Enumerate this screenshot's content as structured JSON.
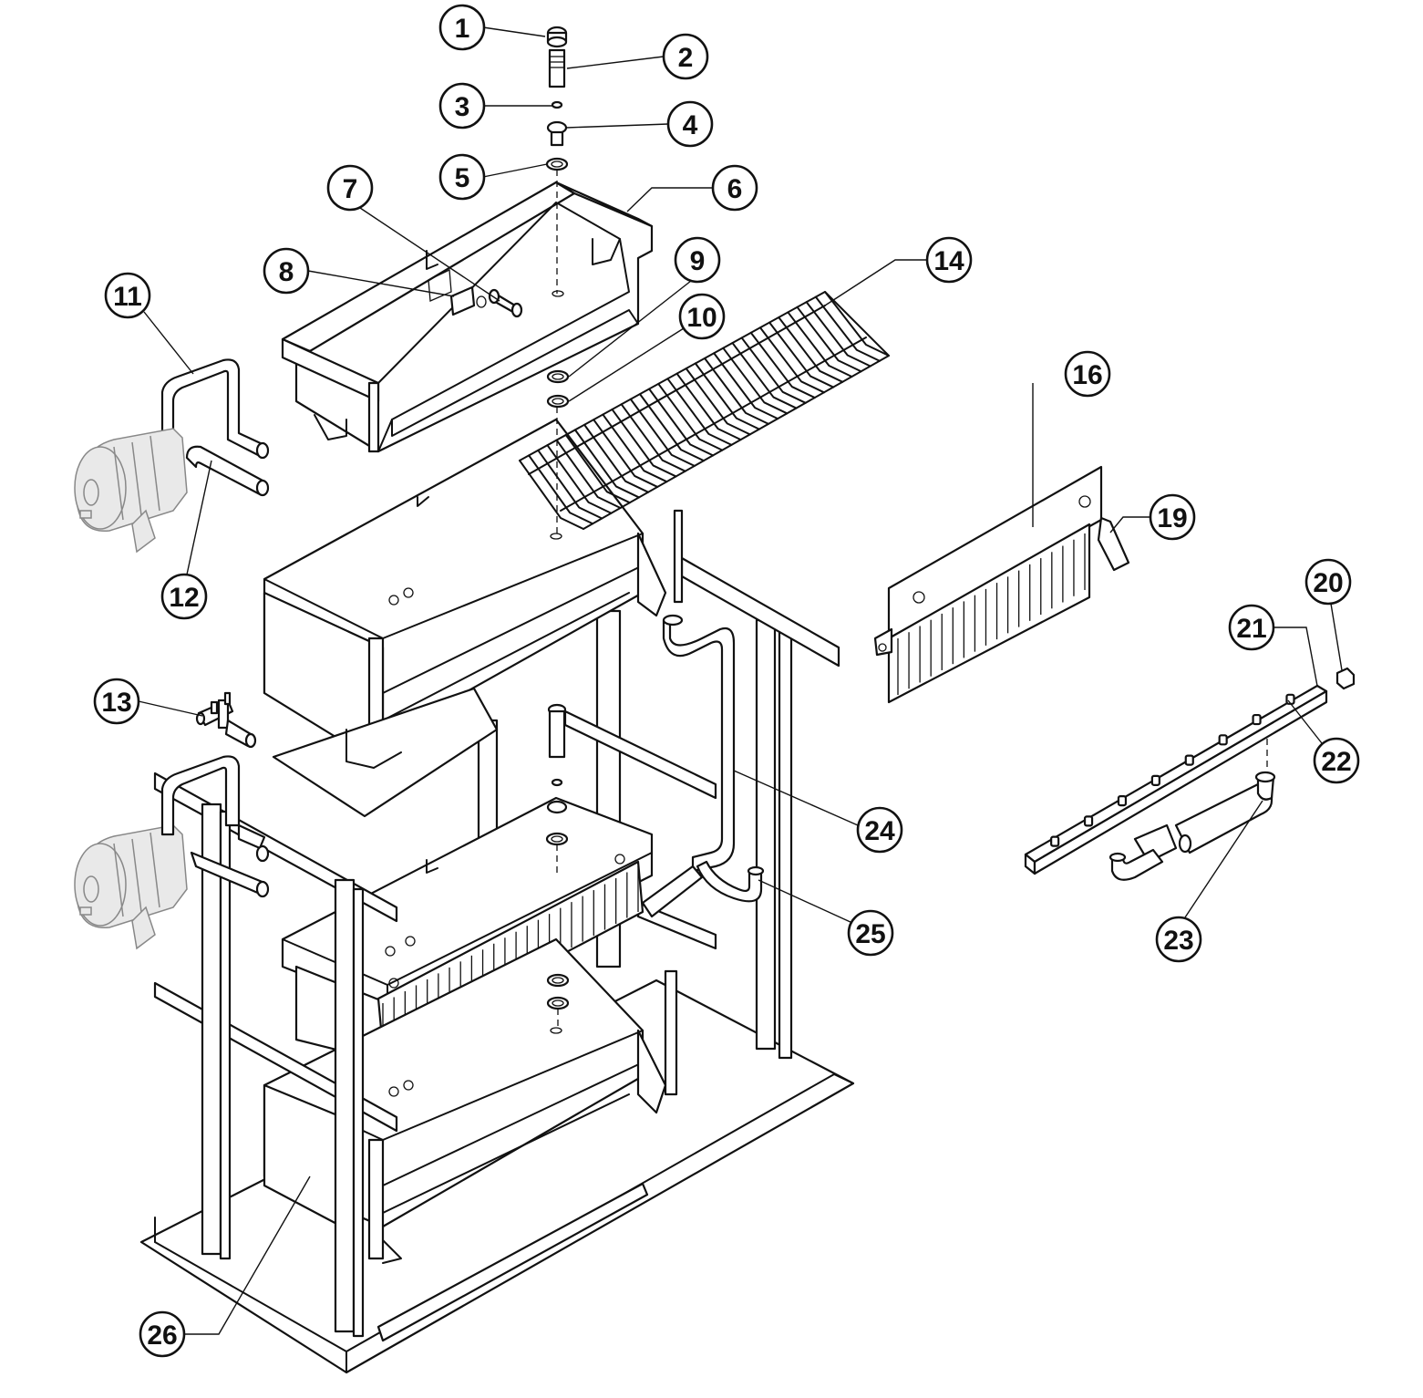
{
  "diagram": {
    "callouts": [
      {
        "id": "1",
        "label": "1"
      },
      {
        "id": "2",
        "label": "2"
      },
      {
        "id": "3",
        "label": "3"
      },
      {
        "id": "4",
        "label": "4"
      },
      {
        "id": "5",
        "label": "5"
      },
      {
        "id": "6",
        "label": "6"
      },
      {
        "id": "7",
        "label": "7"
      },
      {
        "id": "8",
        "label": "8"
      },
      {
        "id": "9",
        "label": "9"
      },
      {
        "id": "10",
        "label": "10"
      },
      {
        "id": "11",
        "label": "11"
      },
      {
        "id": "12",
        "label": "12"
      },
      {
        "id": "13",
        "label": "13"
      },
      {
        "id": "14",
        "label": "14"
      },
      {
        "id": "16",
        "label": "16"
      },
      {
        "id": "19",
        "label": "19"
      },
      {
        "id": "20",
        "label": "20"
      },
      {
        "id": "21",
        "label": "21"
      },
      {
        "id": "22",
        "label": "22"
      },
      {
        "id": "23",
        "label": "23"
      },
      {
        "id": "24",
        "label": "24"
      },
      {
        "id": "25",
        "label": "25"
      },
      {
        "id": "26",
        "label": "26"
      }
    ],
    "colors": {
      "ink": "#111111",
      "ghost": "#888888",
      "background": "#ffffff"
    }
  }
}
